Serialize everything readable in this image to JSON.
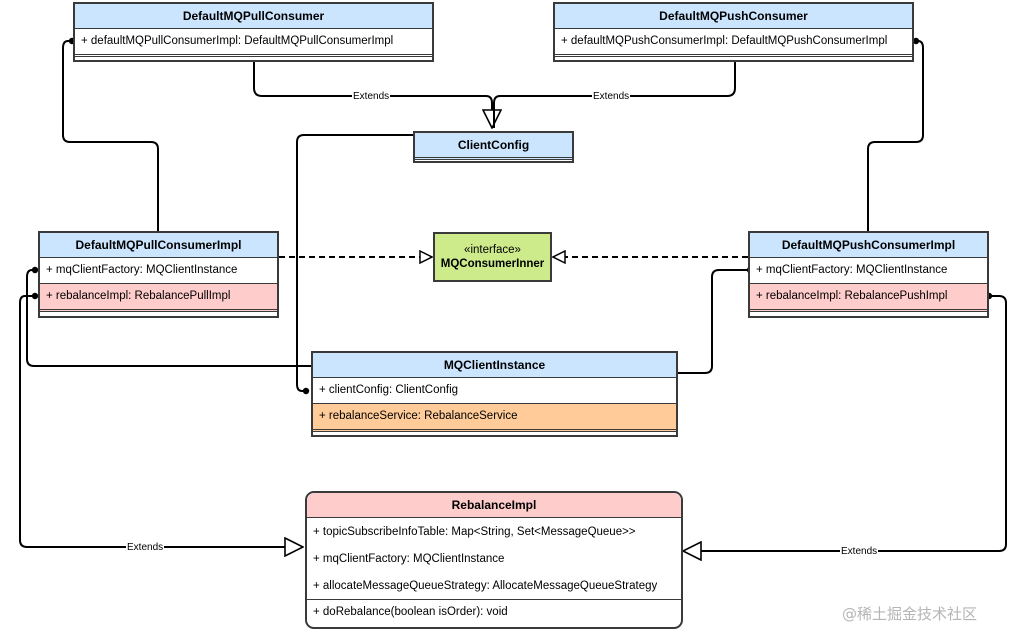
{
  "classes": {
    "pull_consumer": {
      "name": "DefaultMQPullConsumer",
      "fields": [
        "+ defaultMQPullConsumerImpl: DefaultMQPullConsumerImpl"
      ]
    },
    "push_consumer": {
      "name": "DefaultMQPushConsumer",
      "fields": [
        "+ defaultMQPushConsumerImpl: DefaultMQPushConsumerImpl"
      ]
    },
    "client_config": {
      "name": "ClientConfig"
    },
    "pull_consumer_impl": {
      "name": "DefaultMQPullConsumerImpl",
      "fields": [
        "+ mqClientFactory: MQClientInstance",
        "+ rebalanceImpl: RebalancePullImpl"
      ]
    },
    "consumer_inner": {
      "stereotype": "«interface»",
      "name": "MQConsumerInner"
    },
    "push_consumer_impl": {
      "name": "DefaultMQPushConsumerImpl",
      "fields": [
        "+ mqClientFactory: MQClientInstance",
        "+ rebalanceImpl: RebalancePushImpl"
      ]
    },
    "client_instance": {
      "name": "MQClientInstance",
      "fields": [
        "+ clientConfig: ClientConfig",
        "+ rebalanceService: RebalanceService"
      ]
    },
    "rebalance_impl": {
      "name": "RebalanceImpl",
      "fields": [
        "+ topicSubscribeInfoTable: Map<String, Set<MessageQueue>>",
        "+ mqClientFactory: MQClientInstance",
        "+ allocateMessageQueueStrategy: AllocateMessageQueueStrategy"
      ],
      "methods": [
        "+ doRebalance(boolean isOrder): void"
      ]
    }
  },
  "edge_labels": {
    "pull_extends_config": "Extends",
    "push_extends_config": "Extends",
    "pull_rebalance_extends": "Extends",
    "push_rebalance_extends": "Extends"
  },
  "colors": {
    "class_header": "#cce5ff",
    "highlight_row": "#ffcccc",
    "service_row": "#ffcc99",
    "interface_fill": "#cdeb8b",
    "line": "#000000"
  },
  "watermark": "@稀土掘金技术社区"
}
